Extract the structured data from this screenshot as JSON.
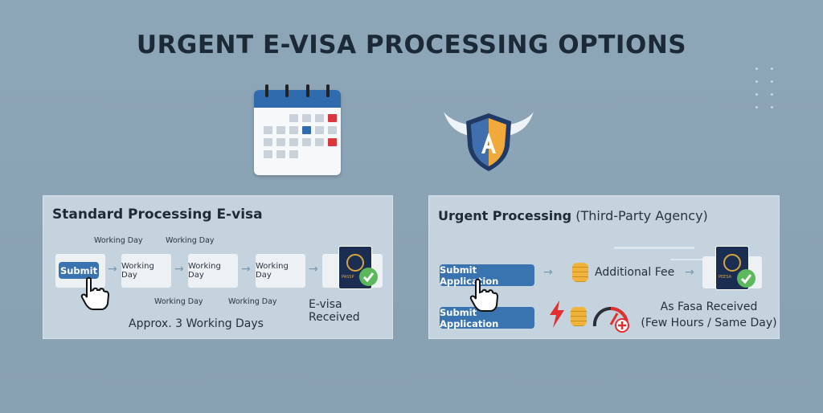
{
  "title": "URGENT E-VISA PROCESSING OPTIONS",
  "standard": {
    "title": "Standard Processing E-visa",
    "submit_label": "Submit",
    "steps": [
      "Working Day",
      "Working Day",
      "Working Day"
    ],
    "top_labels": [
      "Working Day",
      "Working Day"
    ],
    "bottom_labels": [
      "Working Day",
      "Working Day"
    ],
    "passport_text": "PASSP",
    "received": "E-visa Received",
    "duration": "Approx. 3 Working Days"
  },
  "urgent": {
    "title_bold": "Urgent Processing",
    "title_rest": "(Third-Party Agency)",
    "submit_label_1": "Submit Application",
    "submit_label_2": "Submit Application",
    "fee": "Additional Fee",
    "passport_text": "PEESA",
    "received_1": "As Fasa Received",
    "received_2": "(Few Hours / Same Day)"
  },
  "colors": {
    "accent": "#3a74b0",
    "check": "#5cb85c",
    "alert": "#e03030",
    "coin": "#f0b43c"
  }
}
